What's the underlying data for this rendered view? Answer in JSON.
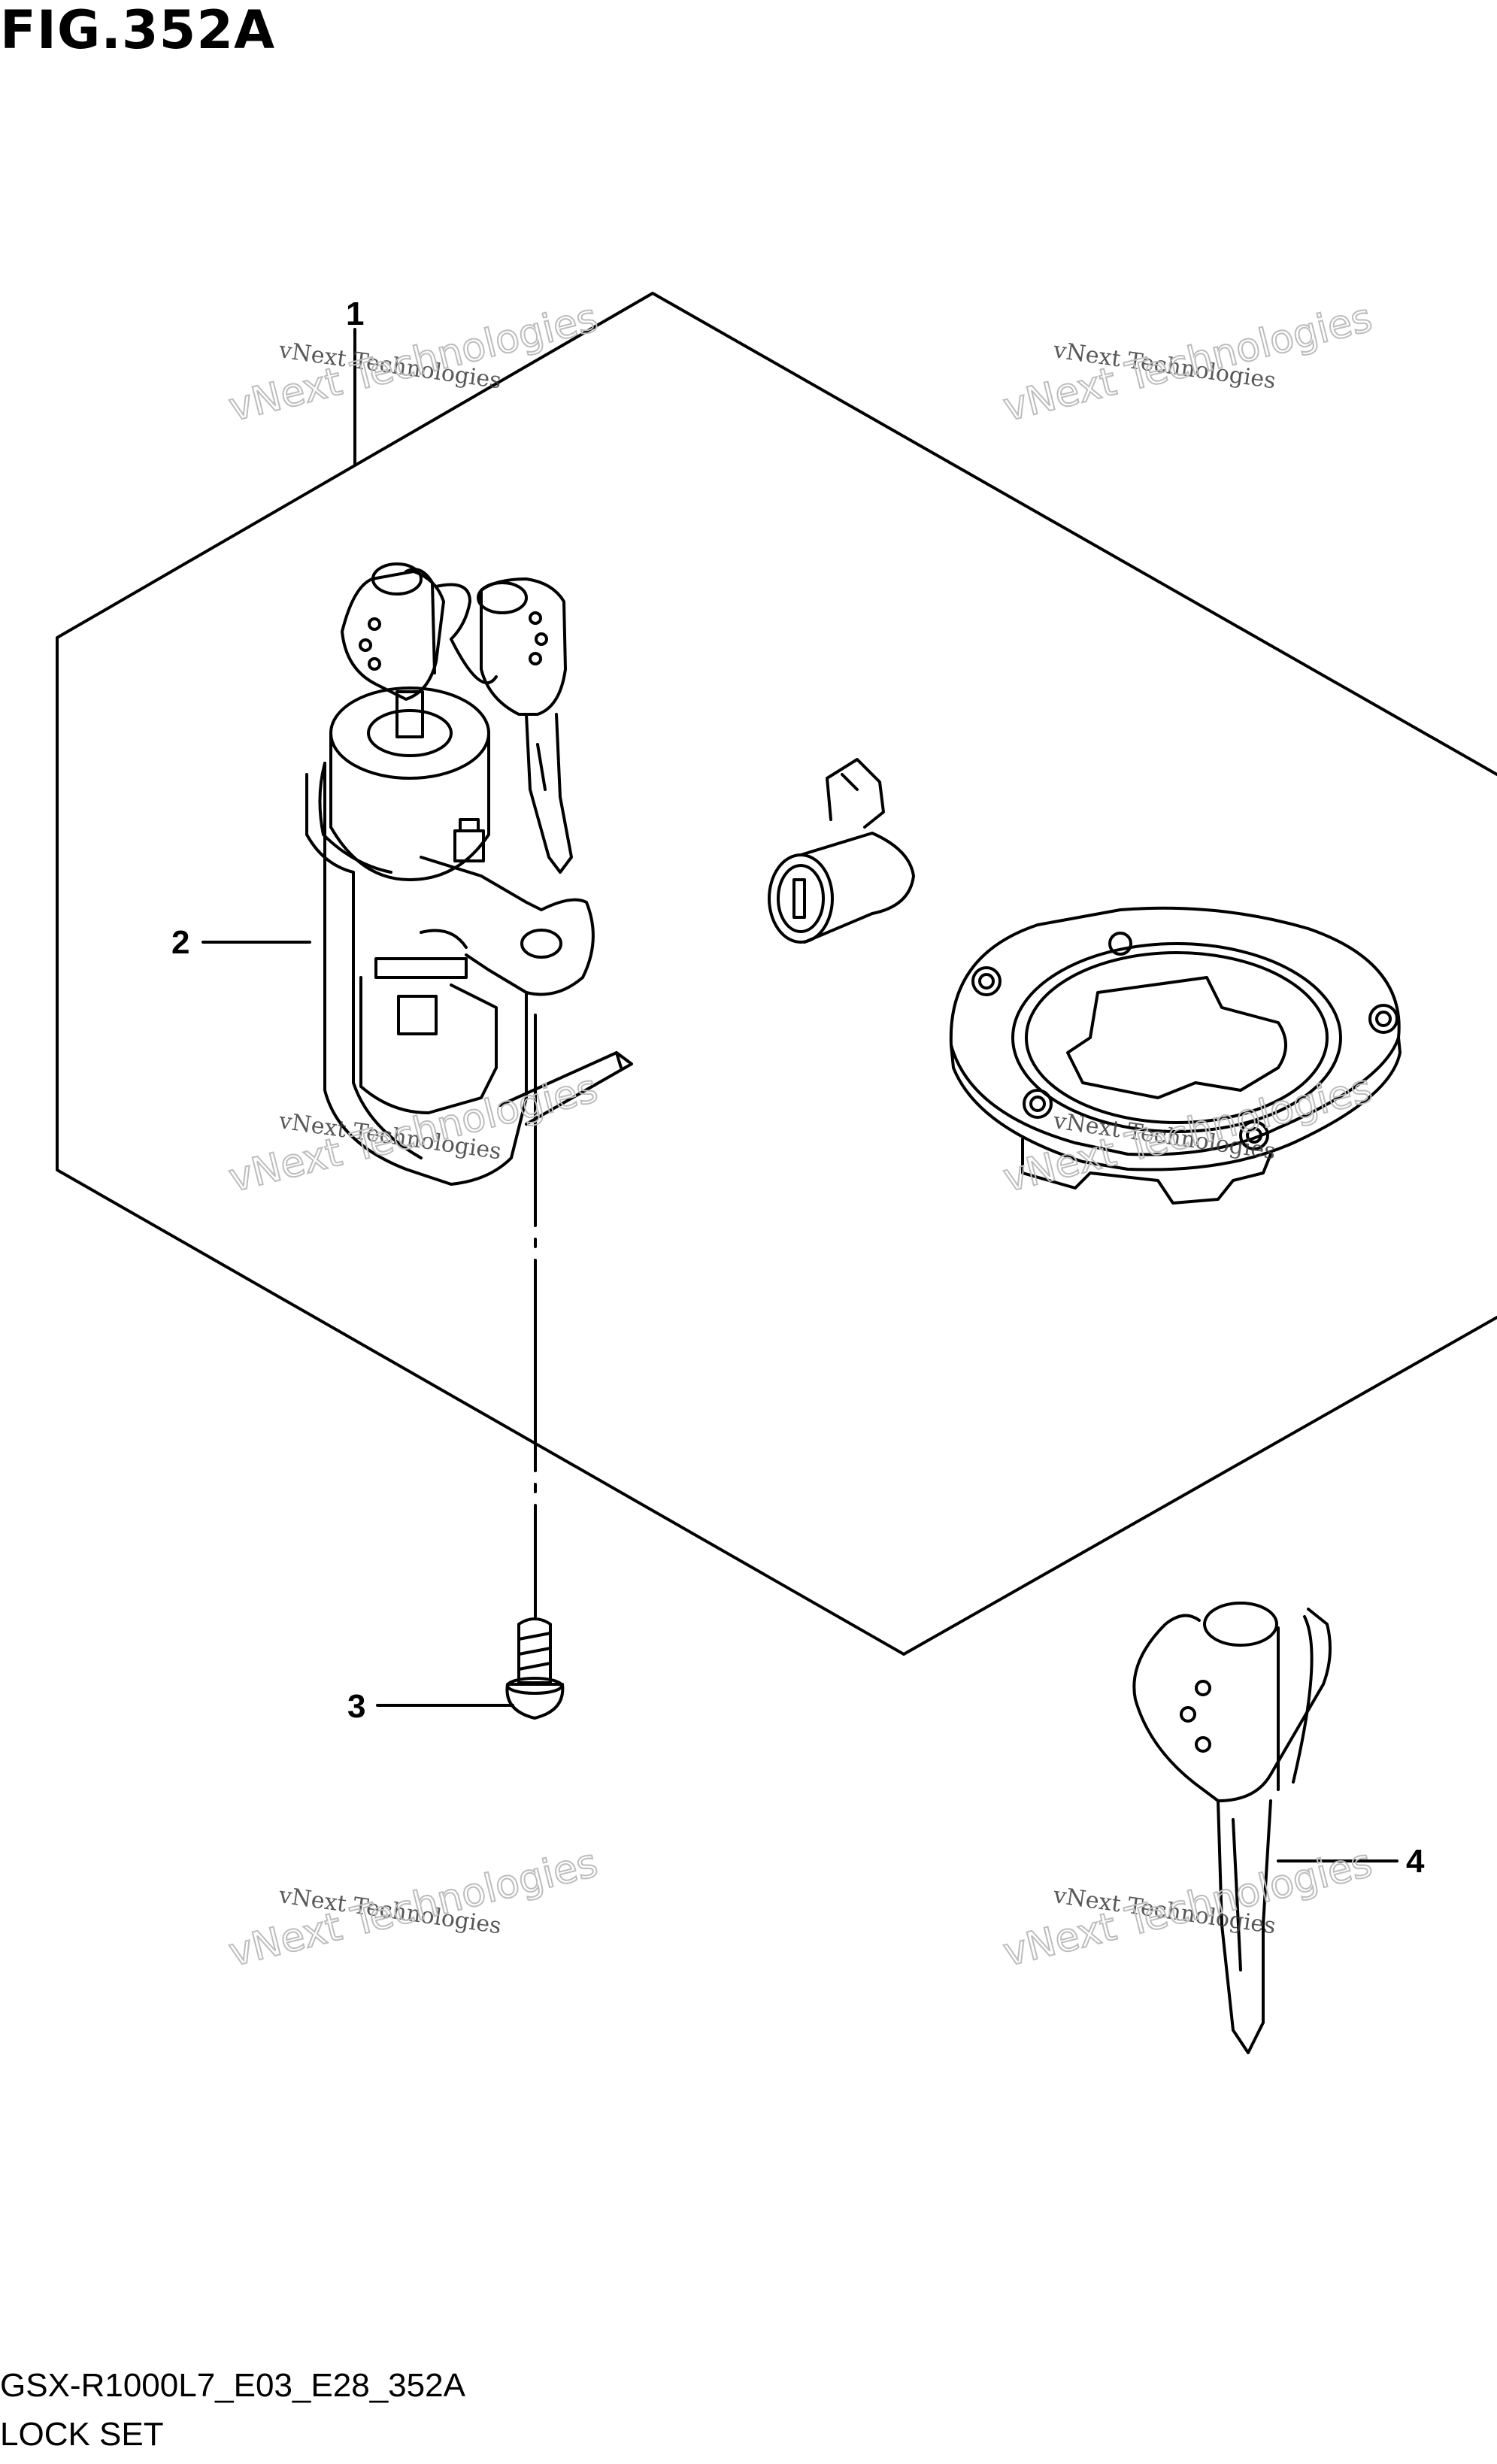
{
  "figure": {
    "title": "FIG.352A",
    "code": "GSX-R1000L7_E03_E28_352A",
    "name": "LOCK SET"
  },
  "callouts": [
    {
      "id": "1",
      "label": "1"
    },
    {
      "id": "2",
      "label": "2"
    },
    {
      "id": "3",
      "label": "3"
    },
    {
      "id": "4",
      "label": "4"
    }
  ],
  "watermark": {
    "line1": "vNext Technologies",
    "line2": "vNext Technologies"
  },
  "colors": {
    "ink": "#000000",
    "background": "#ffffff"
  }
}
